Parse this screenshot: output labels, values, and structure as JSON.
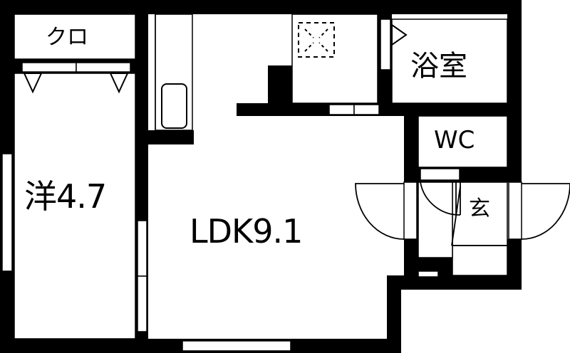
{
  "floor_plan": {
    "layout_type": "1LDK",
    "colors": {
      "wall": "#000000",
      "floor": "#ffffff",
      "line": "#000000"
    },
    "rooms": {
      "closet": {
        "label": "クロ"
      },
      "western_room": {
        "label": "洋4.7",
        "type": "洋",
        "size_jo": "4.7"
      },
      "ldk": {
        "label": "LDK9.1",
        "type": "LDK",
        "size_jo": "9.1"
      },
      "bathroom": {
        "label": "浴室"
      },
      "toilet": {
        "label": "WC"
      },
      "entrance": {
        "label": "玄"
      }
    },
    "fixtures": [
      "kitchen-counter",
      "kitchen-sink",
      "washing-machine-space",
      "closet-sliding-doors",
      "bathroom-door",
      "entrance-door",
      "balcony-window"
    ]
  }
}
